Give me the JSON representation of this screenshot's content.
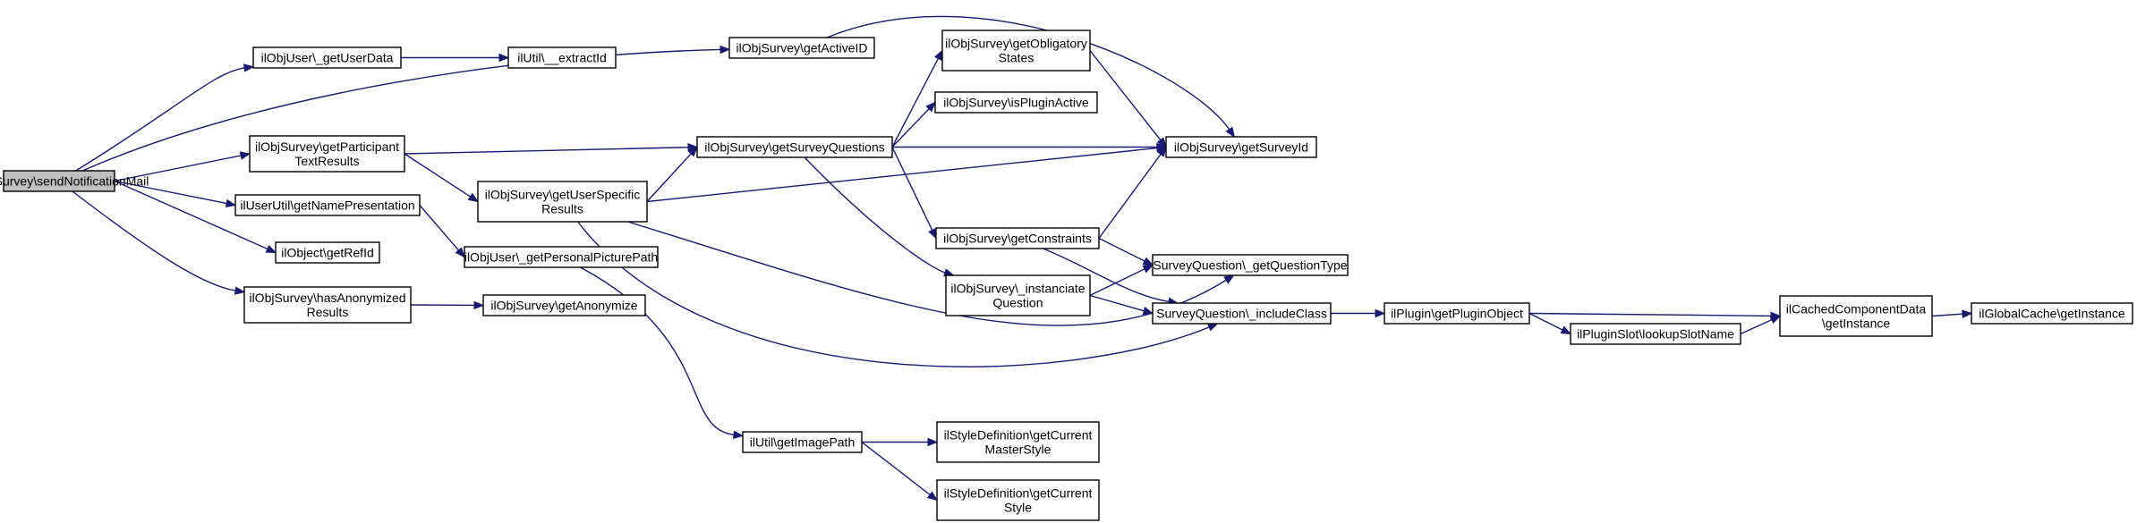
{
  "colors": {
    "node_fill": "#ffffff",
    "focus_fill": "#bfbfbf",
    "border": "#000000",
    "edge": "#191970",
    "text": "#000000"
  },
  "nodes": [
    {
      "id": "root",
      "lines": [
        "ilObjSurvey\\sendNotificationMail"
      ],
      "focus": true
    },
    {
      "id": "getUserData",
      "lines": [
        "ilObjUser\\_getUserData"
      ]
    },
    {
      "id": "extractId",
      "lines": [
        "ilUtil\\__extractId"
      ]
    },
    {
      "id": "getActiveID",
      "lines": [
        "ilObjSurvey\\getActiveID"
      ]
    },
    {
      "id": "getObligatory",
      "lines": [
        "ilObjSurvey\\getObligatory",
        "States"
      ]
    },
    {
      "id": "isPluginActive",
      "lines": [
        "ilObjSurvey\\isPluginActive"
      ]
    },
    {
      "id": "getParticipant",
      "lines": [
        "ilObjSurvey\\getParticipant",
        "TextResults"
      ]
    },
    {
      "id": "getSurveyQuestions",
      "lines": [
        "ilObjSurvey\\getSurveyQuestions"
      ]
    },
    {
      "id": "getSurveyId",
      "lines": [
        "ilObjSurvey\\getSurveyId"
      ]
    },
    {
      "id": "getUserSpecific",
      "lines": [
        "ilObjSurvey\\getUserSpecific",
        "Results"
      ]
    },
    {
      "id": "getNamePresentation",
      "lines": [
        "ilUserUtil\\getNamePresentation"
      ]
    },
    {
      "id": "getRefId",
      "lines": [
        "ilObject\\getRefId"
      ]
    },
    {
      "id": "getPersonalPicturePath",
      "lines": [
        "ilObjUser\\_getPersonalPicturePath"
      ]
    },
    {
      "id": "getConstraints",
      "lines": [
        "ilObjSurvey\\getConstraints"
      ]
    },
    {
      "id": "getQuestionType",
      "lines": [
        "SurveyQuestion\\_getQuestionType"
      ]
    },
    {
      "id": "instanciate",
      "lines": [
        "ilObjSurvey\\_instanciate",
        "Question"
      ]
    },
    {
      "id": "includeClass",
      "lines": [
        "SurveyQuestion\\_includeClass"
      ]
    },
    {
      "id": "getPluginObject",
      "lines": [
        "ilPlugin\\getPluginObject"
      ]
    },
    {
      "id": "lookupSlotName",
      "lines": [
        "ilPluginSlot\\lookupSlotName"
      ]
    },
    {
      "id": "cachedGetInstance",
      "lines": [
        "ilCachedComponentData",
        "\\getInstance"
      ]
    },
    {
      "id": "globalCache",
      "lines": [
        "ilGlobalCache\\getInstance"
      ]
    },
    {
      "id": "hasAnonymized",
      "lines": [
        "ilObjSurvey\\hasAnonymized",
        "Results"
      ]
    },
    {
      "id": "getAnonymize",
      "lines": [
        "ilObjSurvey\\getAnonymize"
      ]
    },
    {
      "id": "getImagePath",
      "lines": [
        "ilUtil\\getImagePath"
      ]
    },
    {
      "id": "masterStyle",
      "lines": [
        "ilStyleDefinition\\getCurrent",
        "MasterStyle"
      ]
    },
    {
      "id": "currentStyle",
      "lines": [
        "ilStyleDefinition\\getCurrent",
        "Style"
      ]
    }
  ],
  "edges": [
    {
      "from": "root",
      "to": "getUserData"
    },
    {
      "from": "root",
      "to": "getActiveID"
    },
    {
      "from": "root",
      "to": "getParticipant"
    },
    {
      "from": "root",
      "to": "getNamePresentation"
    },
    {
      "from": "root",
      "to": "getRefId"
    },
    {
      "from": "root",
      "to": "hasAnonymized"
    },
    {
      "from": "getUserData",
      "to": "extractId"
    },
    {
      "from": "getActiveID",
      "to": "getSurveyId"
    },
    {
      "from": "getParticipant",
      "to": "getSurveyQuestions"
    },
    {
      "from": "getParticipant",
      "to": "getUserSpecific"
    },
    {
      "from": "getUserSpecific",
      "to": "getSurveyQuestions"
    },
    {
      "from": "getUserSpecific",
      "to": "getSurveyId"
    },
    {
      "from": "getUserSpecific",
      "to": "getQuestionType"
    },
    {
      "from": "getUserSpecific",
      "to": "includeClass"
    },
    {
      "from": "getNamePresentation",
      "to": "getPersonalPicturePath"
    },
    {
      "from": "getPersonalPicturePath",
      "to": "getImagePath"
    },
    {
      "from": "getSurveyQuestions",
      "to": "getObligatory"
    },
    {
      "from": "getSurveyQuestions",
      "to": "isPluginActive"
    },
    {
      "from": "getSurveyQuestions",
      "to": "getSurveyId"
    },
    {
      "from": "getSurveyQuestions",
      "to": "getConstraints"
    },
    {
      "from": "getSurveyQuestions",
      "to": "instanciate"
    },
    {
      "from": "getObligatory",
      "to": "getSurveyId"
    },
    {
      "from": "getConstraints",
      "to": "getSurveyId"
    },
    {
      "from": "getConstraints",
      "to": "getQuestionType"
    },
    {
      "from": "getConstraints",
      "to": "includeClass"
    },
    {
      "from": "instanciate",
      "to": "getQuestionType"
    },
    {
      "from": "instanciate",
      "to": "includeClass"
    },
    {
      "from": "includeClass",
      "to": "getPluginObject"
    },
    {
      "from": "getPluginObject",
      "to": "lookupSlotName"
    },
    {
      "from": "getPluginObject",
      "to": "cachedGetInstance"
    },
    {
      "from": "lookupSlotName",
      "to": "cachedGetInstance"
    },
    {
      "from": "cachedGetInstance",
      "to": "globalCache"
    },
    {
      "from": "hasAnonymized",
      "to": "getAnonymize"
    },
    {
      "from": "getImagePath",
      "to": "masterStyle"
    },
    {
      "from": "getImagePath",
      "to": "currentStyle"
    }
  ]
}
